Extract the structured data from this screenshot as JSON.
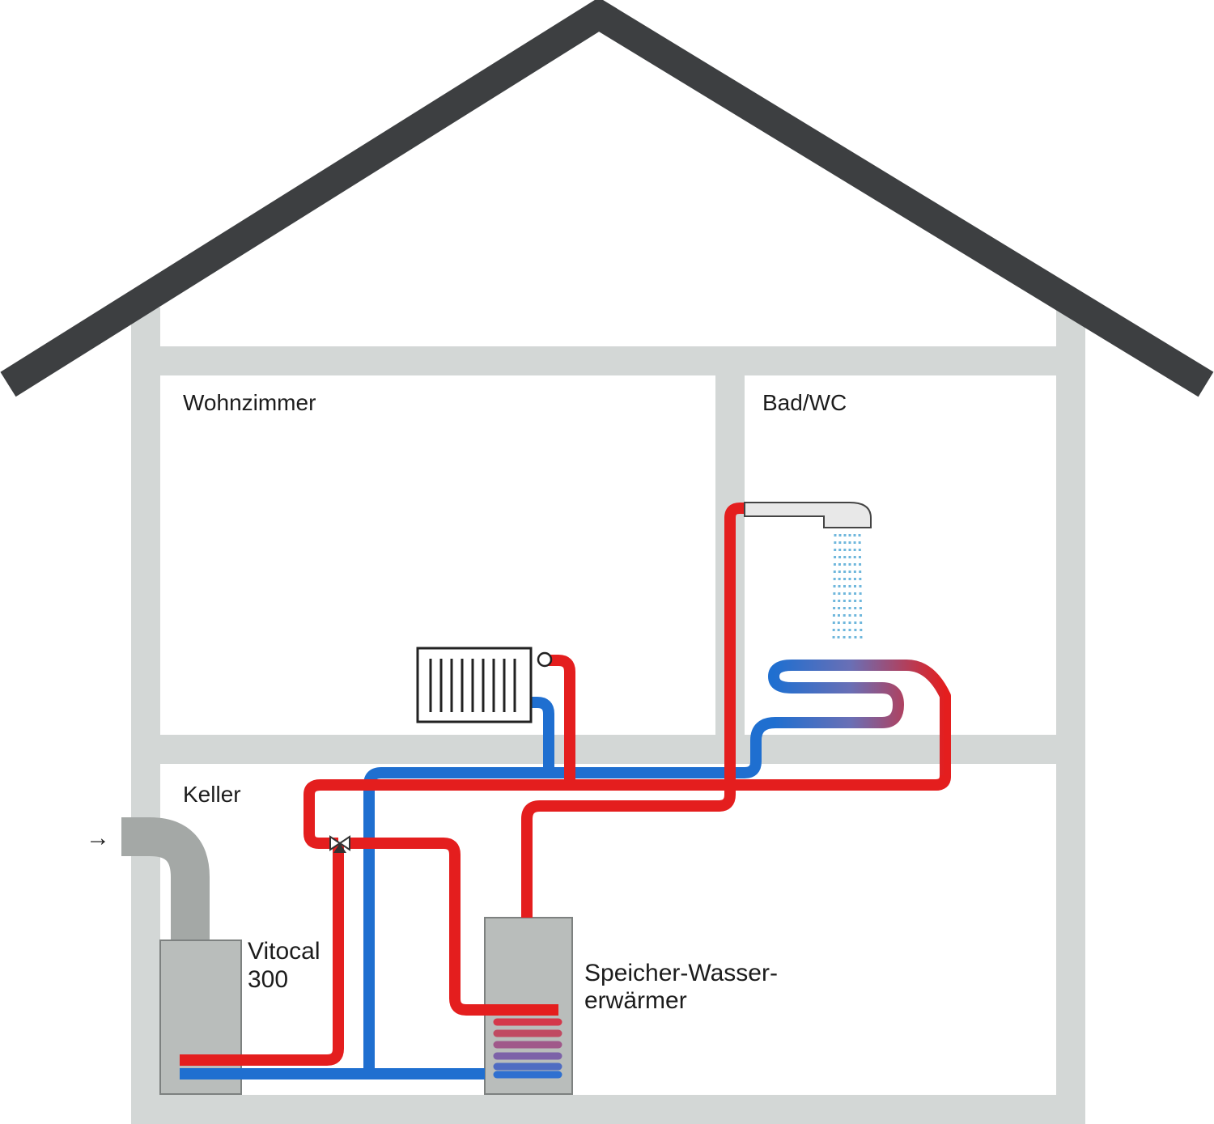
{
  "rooms": {
    "living_room": "Wohnzimmer",
    "bathroom": "Bad/WC",
    "basement": "Keller"
  },
  "devices": {
    "heat_pump_line1": "Vitocal",
    "heat_pump_line2": "300",
    "storage_line1": "Speicher-Wasser-",
    "storage_line2": "erwärmer"
  },
  "icons": {
    "intake_arrow": "→",
    "radiator": "radiator-icon",
    "shower": "shower-icon",
    "floor_heating": "floor-heating-icon",
    "three_way_valve": "valve-icon"
  },
  "colors": {
    "roof": "#3d3f41",
    "walls": "#d3d7d6",
    "supply_pipe": "#e41e1e",
    "return_pipe": "#1f6fd0",
    "device_gray": "#b9bdbb",
    "duct_gray": "#a4a8a6",
    "water_spray": "#6fb7dc"
  }
}
